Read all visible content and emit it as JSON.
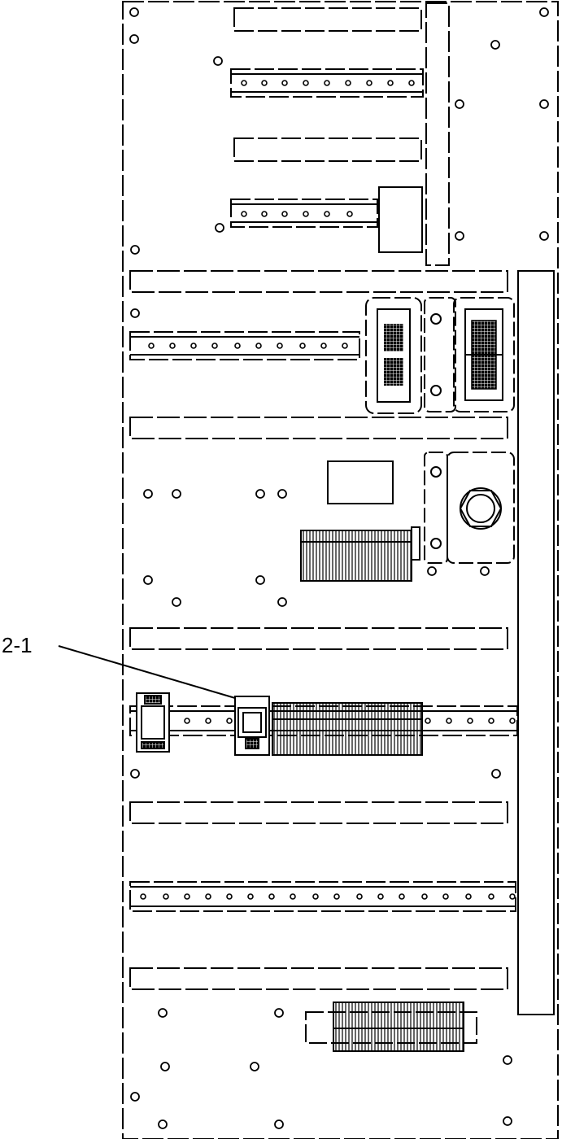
{
  "callout": {
    "label": "2-1"
  },
  "colors": {
    "line": "#000000",
    "background": "#ffffff"
  },
  "components": {
    "cabinet_backplate": "cabinet-backplate",
    "din_rail": "din-rail",
    "wire_duct": "wire-duct",
    "terminal_block": "terminal-block",
    "relay_module": "relay-module",
    "connector": "multi-pin-connector",
    "circular_connector": "circular-connector",
    "mounting_hole": "mounting-hole"
  }
}
